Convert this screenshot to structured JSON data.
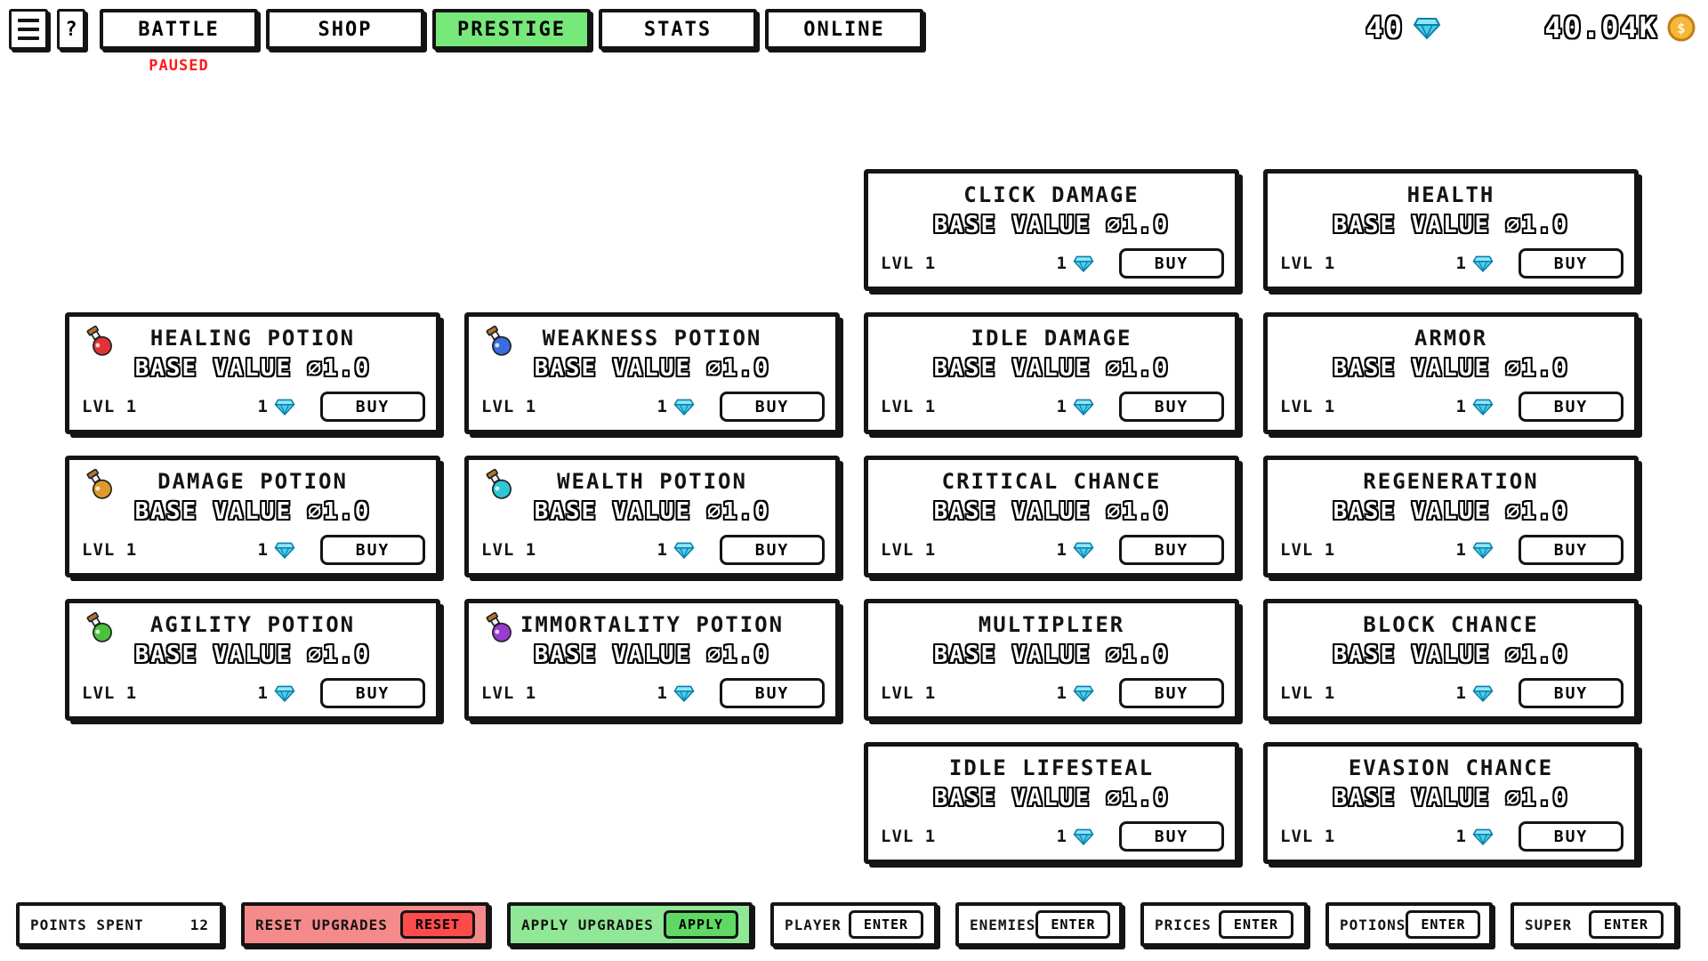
{
  "topbar": {
    "menu_icon": "hamburger-menu",
    "help_label": "?",
    "paused_label": "PAUSED",
    "tabs": [
      {
        "label": "BATTLE",
        "active": false
      },
      {
        "label": "SHOP",
        "active": false
      },
      {
        "label": "PRESTIGE",
        "active": true
      },
      {
        "label": "STATS",
        "active": false
      },
      {
        "label": "ONLINE",
        "active": false
      }
    ],
    "gems_count": "40",
    "money_count": "40.04K"
  },
  "cards": [
    {
      "title": "CLICK DAMAGE",
      "base_value": "BASE VALUE ∅1.0",
      "level": "LVL 1",
      "price": "1",
      "buy_label": "BUY"
    },
    {
      "title": "HEALTH",
      "base_value": "BASE VALUE ∅1.0",
      "level": "LVL 1",
      "price": "1",
      "buy_label": "BUY"
    },
    {
      "title": "HEALING POTION",
      "base_value": "BASE VALUE ∅1.0",
      "level": "LVL 1",
      "price": "1",
      "buy_label": "BUY",
      "icon": "potion-healing"
    },
    {
      "title": "WEAKNESS POTION",
      "base_value": "BASE VALUE ∅1.0",
      "level": "LVL 1",
      "price": "1",
      "buy_label": "BUY",
      "icon": "potion-weakness"
    },
    {
      "title": "IDLE DAMAGE",
      "base_value": "BASE VALUE ∅1.0",
      "level": "LVL 1",
      "price": "1",
      "buy_label": "BUY"
    },
    {
      "title": "ARMOR",
      "base_value": "BASE VALUE ∅1.0",
      "level": "LVL 1",
      "price": "1",
      "buy_label": "BUY"
    },
    {
      "title": "DAMAGE POTION",
      "base_value": "BASE VALUE ∅1.0",
      "level": "LVL 1",
      "price": "1",
      "buy_label": "BUY",
      "icon": "potion-damage"
    },
    {
      "title": "WEALTH POTION",
      "base_value": "BASE VALUE ∅1.0",
      "level": "LVL 1",
      "price": "1",
      "buy_label": "BUY",
      "icon": "potion-wealth"
    },
    {
      "title": "CRITICAL CHANCE",
      "base_value": "BASE VALUE ∅1.0",
      "level": "LVL 1",
      "price": "1",
      "buy_label": "BUY"
    },
    {
      "title": "REGENERATION",
      "base_value": "BASE VALUE ∅1.0",
      "level": "LVL 1",
      "price": "1",
      "buy_label": "BUY"
    },
    {
      "title": "AGILITY POTION",
      "base_value": "BASE VALUE ∅1.0",
      "level": "LVL 1",
      "price": "1",
      "buy_label": "BUY",
      "icon": "potion-agility"
    },
    {
      "title": "IMMORTALITY POTION",
      "base_value": "BASE VALUE ∅1.0",
      "level": "LVL 1",
      "price": "1",
      "buy_label": "BUY",
      "icon": "potion-immortality"
    },
    {
      "title": "MULTIPLIER",
      "base_value": "BASE VALUE ∅1.0",
      "level": "LVL 1",
      "price": "1",
      "buy_label": "BUY"
    },
    {
      "title": "BLOCK CHANCE",
      "base_value": "BASE VALUE ∅1.0",
      "level": "LVL 1",
      "price": "1",
      "buy_label": "BUY"
    },
    {
      "title": "IDLE LIFESTEAL",
      "base_value": "BASE VALUE ∅1.0",
      "level": "LVL 1",
      "price": "1",
      "buy_label": "BUY"
    },
    {
      "title": "EVASION CHANCE",
      "base_value": "BASE VALUE ∅1.0",
      "level": "LVL 1",
      "price": "1",
      "buy_label": "BUY"
    }
  ],
  "bottombar": {
    "points": {
      "label": "POINTS SPENT",
      "value": "12"
    },
    "reset": {
      "label": "RESET UPGRADES",
      "button": "RESET"
    },
    "apply": {
      "label": "APPLY UPGRADES",
      "button": "APPLY"
    },
    "panels": [
      {
        "label": "PLAYER",
        "button": "ENTER"
      },
      {
        "label": "ENEMIES",
        "button": "ENTER"
      },
      {
        "label": "PRICES",
        "button": "ENTER"
      },
      {
        "label": "POTIONS",
        "button": "ENTER"
      },
      {
        "label": "SUPER",
        "button": "ENTER"
      }
    ]
  },
  "colors": {
    "active_tab_green": "#77e87a",
    "paused_red": "#ff1a1a",
    "reset_panel_bg": "#f58a8a",
    "reset_button_bg": "#fb4b4b",
    "apply_panel_bg": "#90e796",
    "apply_button_bg": "#5fd964",
    "gem_blue": "#49cdf0",
    "coin_gold": "#f5b63a",
    "potion_colors": {
      "healing": "#e03434",
      "weakness": "#3a6ce0",
      "damage": "#e09a2a",
      "wealth": "#2fc6d8",
      "agility": "#49c23c",
      "immortality": "#9a3ad2"
    }
  }
}
